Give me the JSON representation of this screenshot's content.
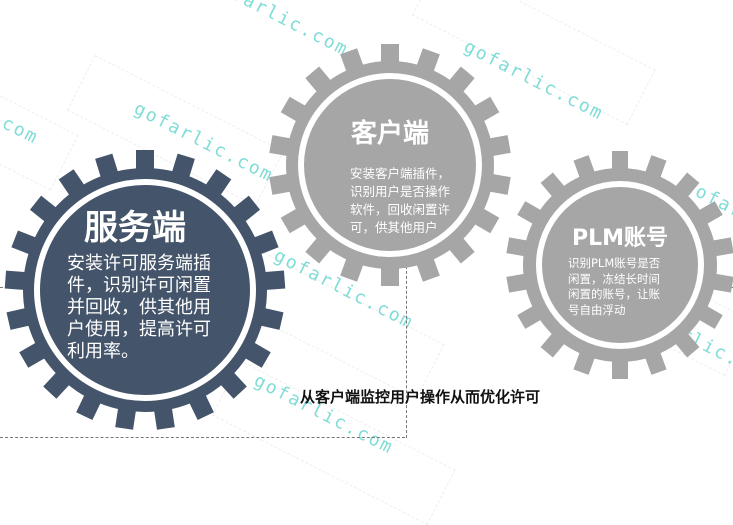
{
  "watermark": {
    "text": "gofarlic.com",
    "color": "#7fdcd6"
  },
  "colors": {
    "server_gear": "#44546a",
    "client_gear": "#a6a6a6",
    "plm_gear": "#a6a6a6",
    "text_on_gear": "#ffffff",
    "caption": "#111111"
  },
  "gears": {
    "server": {
      "title": "服务端",
      "lines": [
        "安装许可服务端插",
        "件，识别许可闲置",
        "并回收，供其他用",
        "户使用，提高许可",
        "利用率。"
      ]
    },
    "client": {
      "title": "客户端",
      "lines": [
        "安装客户端插件，",
        "识别用户是否操作",
        "软件，回收闲置许",
        "可，供其他用户"
      ]
    },
    "plm": {
      "title": "PLM账号",
      "lines": [
        "识别PLM账号是否",
        "闲置，冻结长时间",
        "闲置的账号，让账",
        "号自由浮动"
      ]
    }
  },
  "caption": "从客户端监控用户操作从而优化许可"
}
